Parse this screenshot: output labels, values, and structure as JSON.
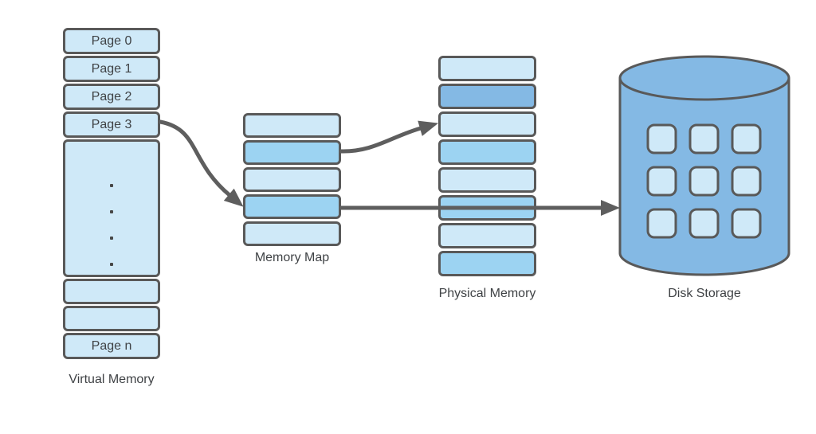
{
  "colors": {
    "light_blue": "#cfe9f8",
    "medium_blue": "#9cd3f2",
    "steel_blue": "#84b9e4",
    "border_gray": "#595959",
    "arrow_gray": "#5e5e5e",
    "text_dark": "#3f4245",
    "canvas_bg": "#ffffff"
  },
  "virtual_memory": {
    "label": "Virtual Memory",
    "pages": [
      "Page 0",
      "Page 1",
      "Page 2",
      "Page 3"
    ],
    "ellipsis_dot_count": 4,
    "unlabeled_row_count": 2,
    "last_page": "Page n"
  },
  "memory_map": {
    "label": "Memory Map",
    "row_count": 5,
    "highlighted_rows": [
      2,
      4
    ]
  },
  "physical_memory": {
    "label": "Physical Memory",
    "row_count": 8,
    "dark_row": 2,
    "highlighted_rows": [
      4,
      6,
      8
    ]
  },
  "disk_storage": {
    "label": "Disk Storage",
    "block_rows": 3,
    "block_cols": 3
  },
  "arrows": [
    {
      "name": "page3-to-memory-map",
      "from": "Page 3",
      "to": "Memory Map row 4"
    },
    {
      "name": "memory-map-to-physical-memory",
      "from": "Memory Map row 2",
      "to": "Physical Memory row 3"
    },
    {
      "name": "memory-map-to-disk-storage",
      "from": "Memory Map row 4",
      "to": "Disk Storage"
    }
  ]
}
